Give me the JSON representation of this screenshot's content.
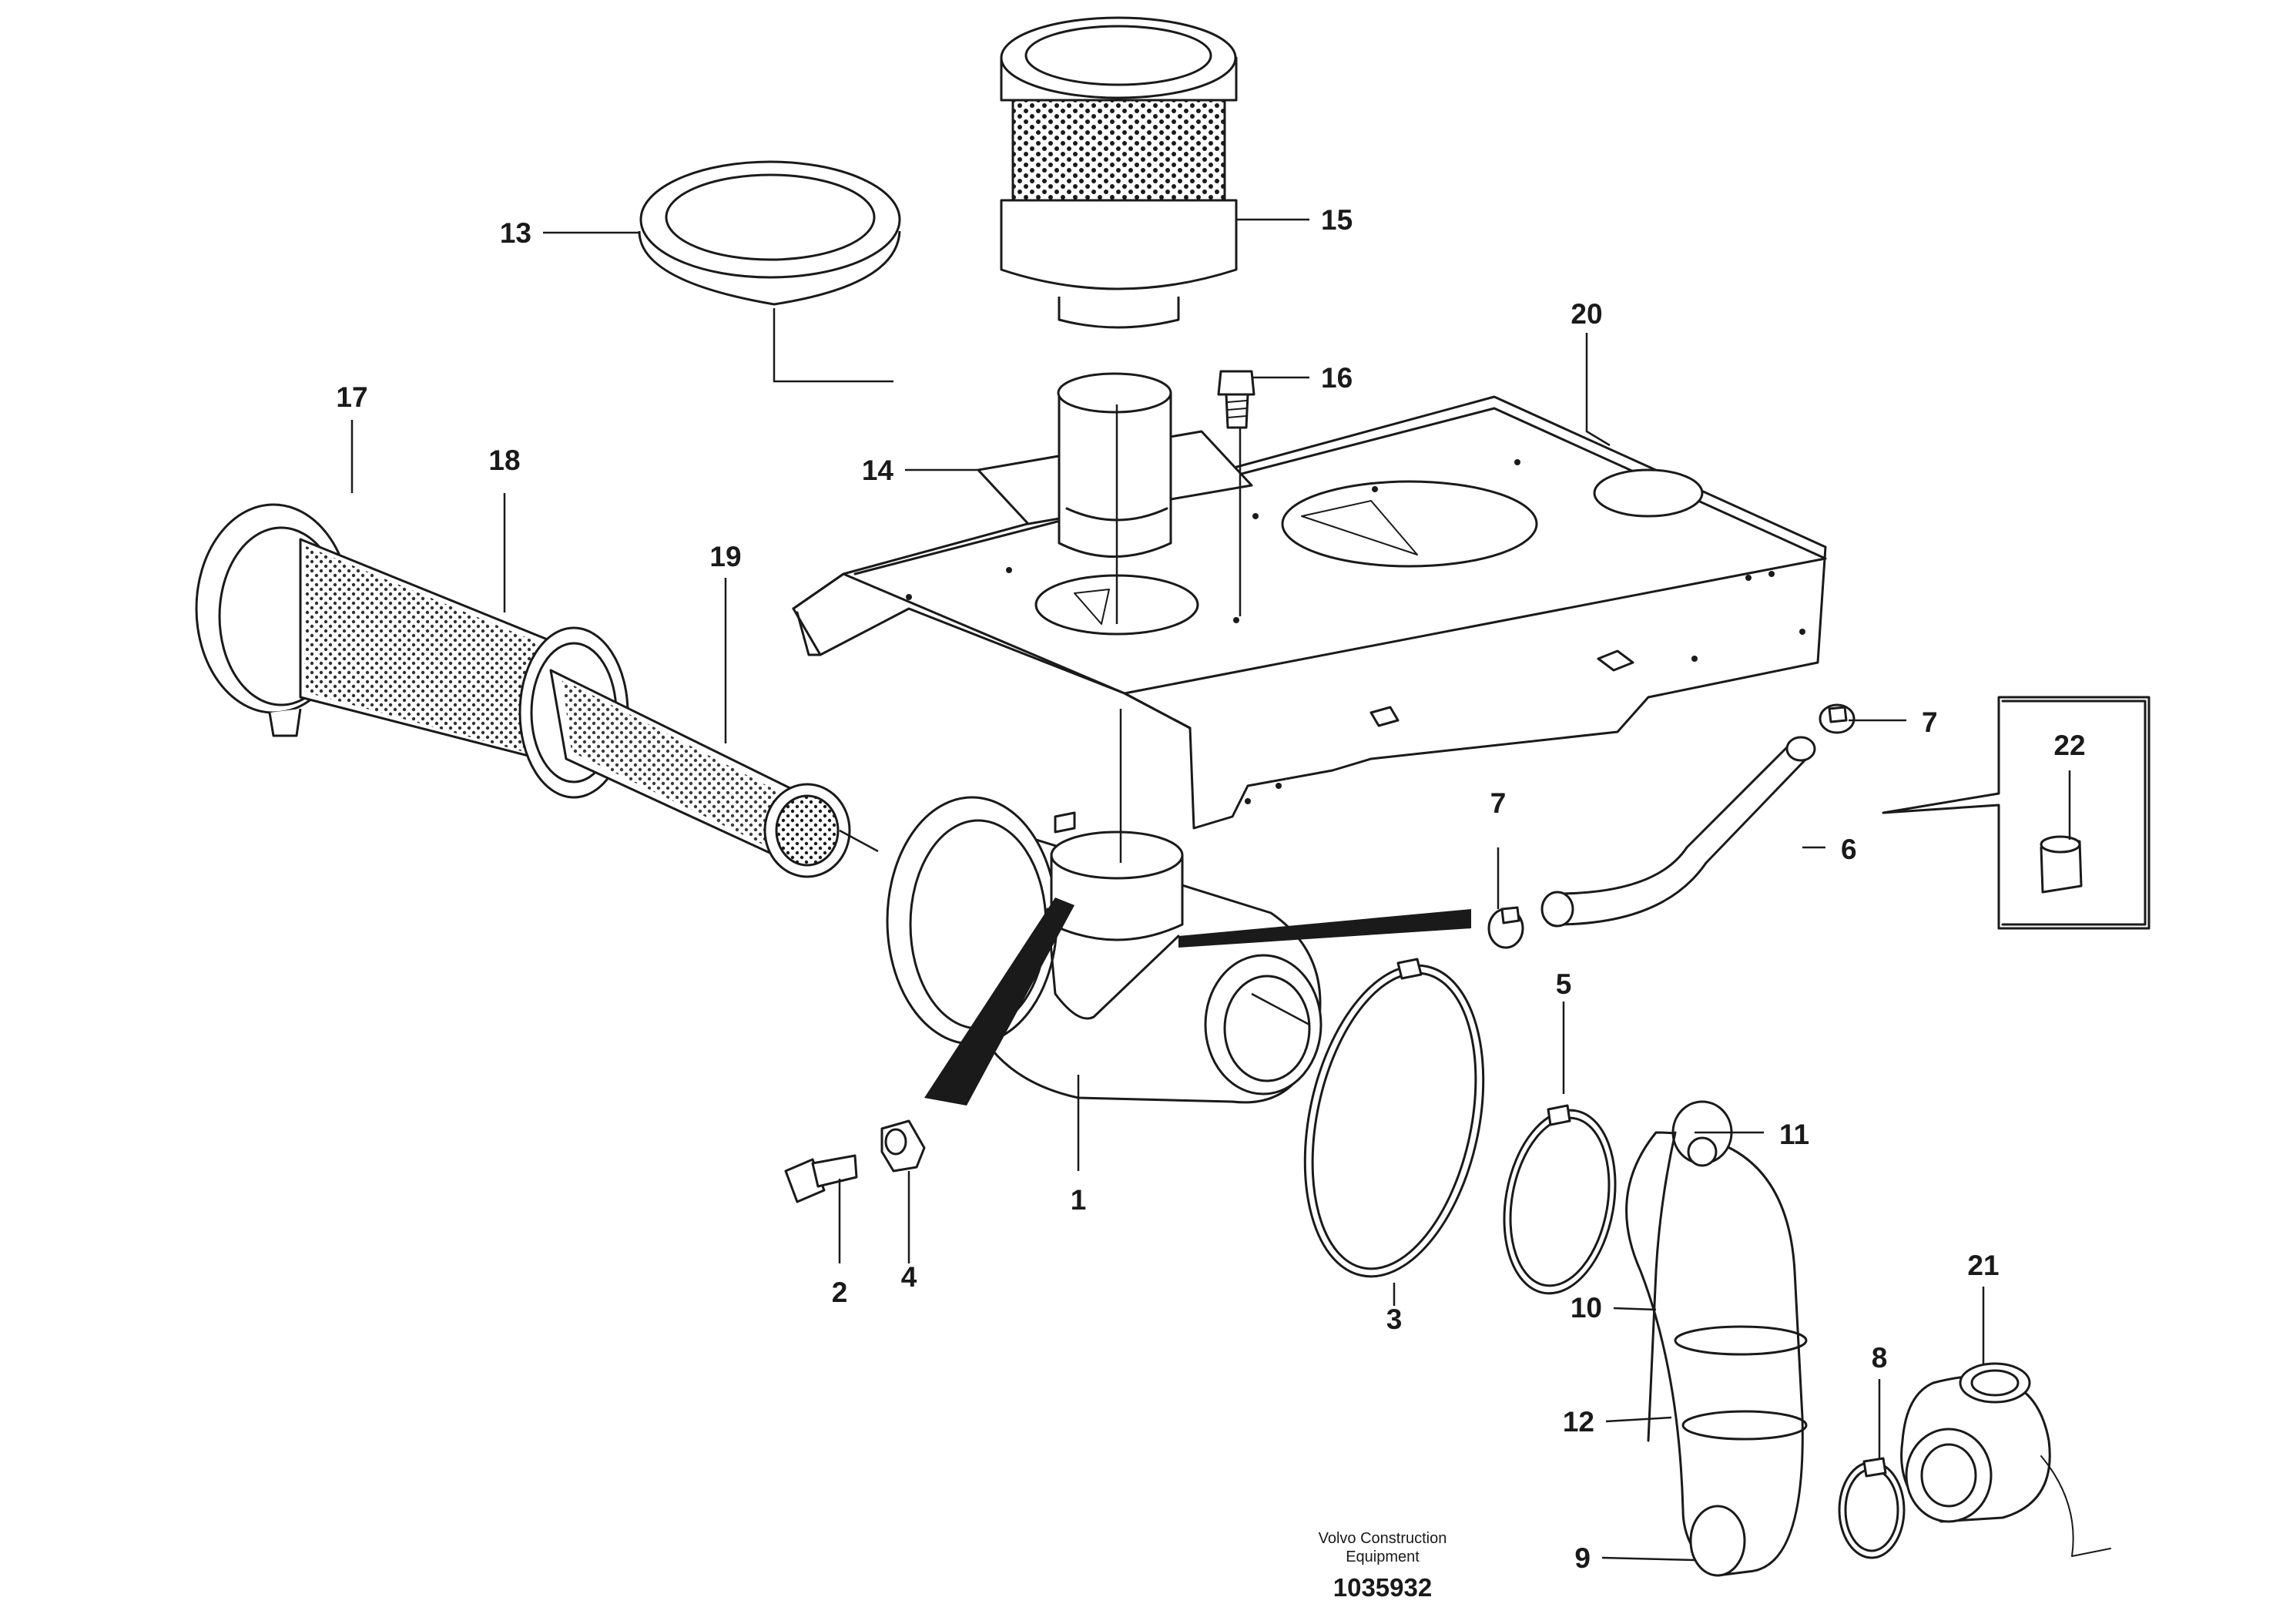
{
  "callouts": [
    "1",
    "2",
    "3",
    "4",
    "5",
    "6",
    "7",
    "7",
    "8",
    "9",
    "10",
    "11",
    "12",
    "13",
    "14",
    "15",
    "16",
    "17",
    "18",
    "19",
    "20",
    "21",
    "22"
  ],
  "footer": {
    "line1": "Volvo Construction",
    "line2": "Equipment",
    "number": "1035932"
  },
  "colors": {
    "line": "#1a1a1a",
    "background": "#ffffff"
  }
}
